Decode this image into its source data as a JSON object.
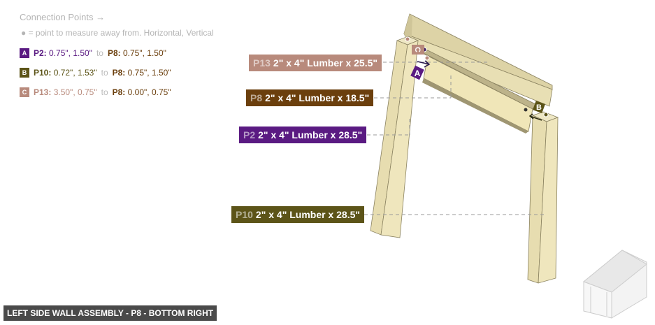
{
  "legend": {
    "title": "Connection Points →",
    "note": "● = point to measure away from. Horizontal, Vertical",
    "items": [
      {
        "badge": "A",
        "color": "#5a1a82",
        "from_part": "P2:",
        "from_vals": "0.75\", 1.50\"",
        "to": "to",
        "to_part": "P8:",
        "to_vals": "0.75\", 1.50\""
      },
      {
        "badge": "B",
        "color": "#5c5418",
        "from_part": "P10:",
        "from_vals": "0.72\", 1.53\"",
        "to": "to",
        "to_part": "P8:",
        "to_vals": "0.75\", 1.50\""
      },
      {
        "badge": "C",
        "color": "#b88a7c",
        "from_part": "P13:",
        "from_vals": "3.50\", 0.75\"",
        "to": "to",
        "to_part": "P8:",
        "to_vals": "0.00\", 0.75\""
      }
    ],
    "to_color": "#6b3f0d"
  },
  "parts": [
    {
      "id": "P13",
      "desc": "2\" x 4\" Lumber  x 25.5\"",
      "color": "#b88a7c"
    },
    {
      "id": "P8",
      "desc": "2\" x 4\" Lumber  x 18.5\"",
      "color": "#6b3f0d"
    },
    {
      "id": "P2",
      "desc": "2\" x 4\" Lumber  x 28.5\"",
      "color": "#5a1a82"
    },
    {
      "id": "P10",
      "desc": "2\" x 4\" Lumber  x 28.5\"",
      "color": "#5c5418"
    }
  ],
  "markers": [
    "A",
    "B",
    "C"
  ],
  "footer": "LEFT SIDE WALL ASSEMBLY - P8 - BOTTOM RIGHT"
}
